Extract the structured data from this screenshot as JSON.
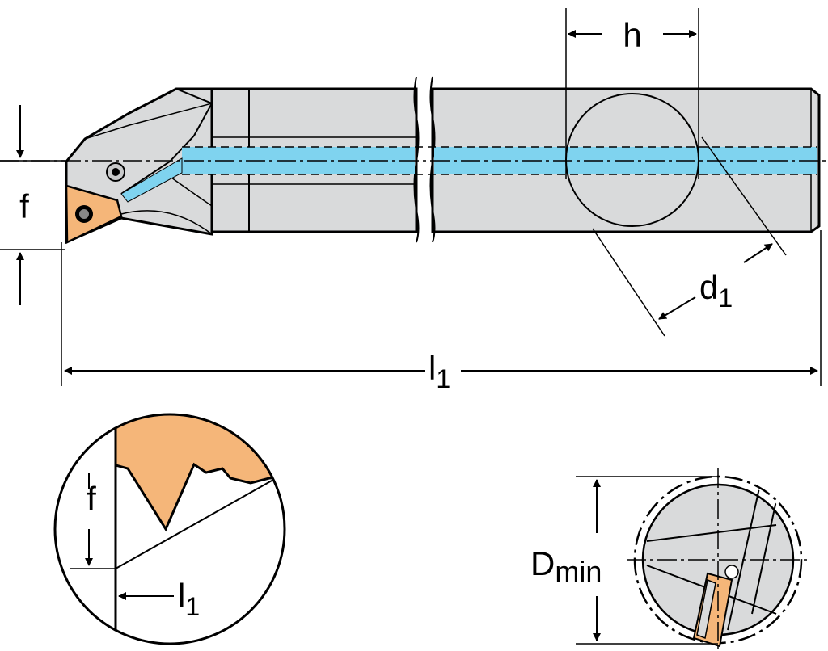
{
  "labels": {
    "h": "h",
    "f_main": "f",
    "d1_main": "d",
    "d1_main_sub": "1",
    "l1_main": "l",
    "l1_main_sub": "1",
    "f_detail": "f",
    "l1_detail": "l",
    "l1_detail_sub": "1",
    "dmin_main": "D",
    "dmin_sub": "min"
  },
  "colors": {
    "tool_body": "#d9dadb",
    "coolant": "#7fd3ef",
    "insert": "#f5b679",
    "outline": "#000000"
  }
}
